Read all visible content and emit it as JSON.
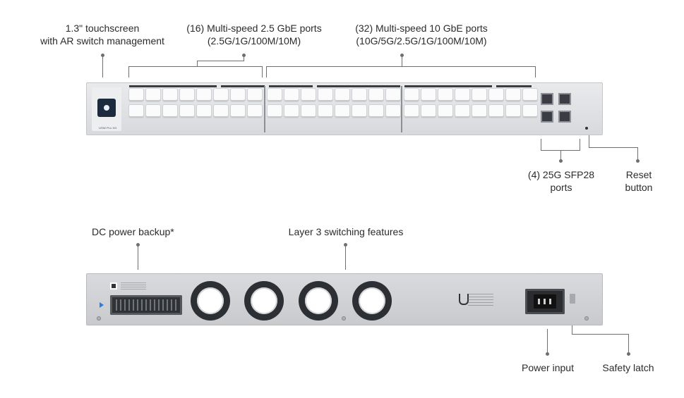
{
  "front_labels": {
    "touchscreen": [
      "1.3\" touchscreen",
      "with AR switch management"
    ],
    "ports_25g": [
      "(16) Multi-speed 2.5 GbE ports",
      "(2.5G/1G/100M/10M)"
    ],
    "ports_10g": [
      "(32) Multi-speed 10 GbE ports",
      "(10G/5G/2.5G/1G/100M/10M)"
    ],
    "sfp28": [
      "(4) 25G SFP28",
      "ports"
    ],
    "reset": [
      "Reset",
      "button"
    ]
  },
  "rear_labels": {
    "dc_power": "DC power backup*",
    "layer3": "Layer 3 switching features",
    "power_input": "Power input",
    "safety_latch": "Safety latch"
  },
  "device": {
    "model_text": "USW Pro XG"
  },
  "colors": {
    "chassis": "#dcdee1",
    "port": "#fbfbfb",
    "dark": "#2c2f33",
    "accent": "#2a7de1"
  }
}
